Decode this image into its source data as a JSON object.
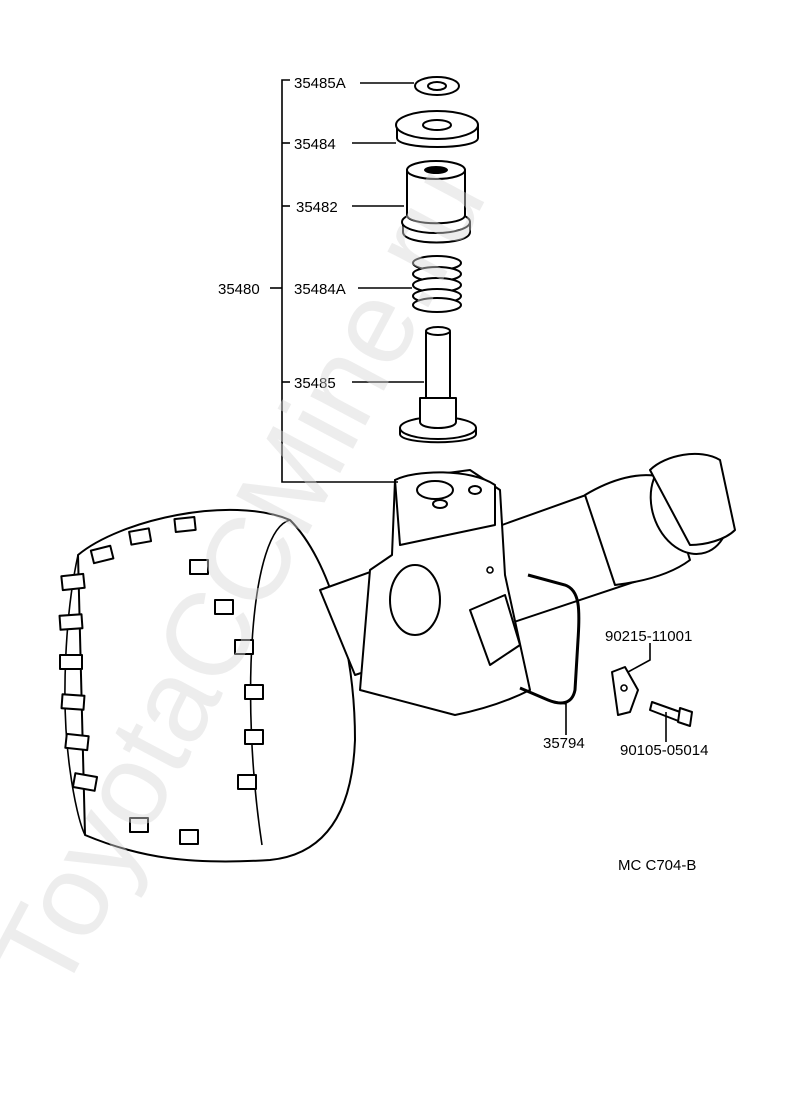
{
  "diagram": {
    "callouts": {
      "p35485A": "35485A",
      "p35484": "35484",
      "p35482": "35482",
      "p35480": "35480",
      "p35484A": "35484A",
      "p35485": "35485",
      "p90215": "90215-11001",
      "p35794": "35794",
      "p90105": "90105-05014"
    },
    "figure_code": "MC  C704-B",
    "watermark": "ToyotaCCMine.ru"
  }
}
